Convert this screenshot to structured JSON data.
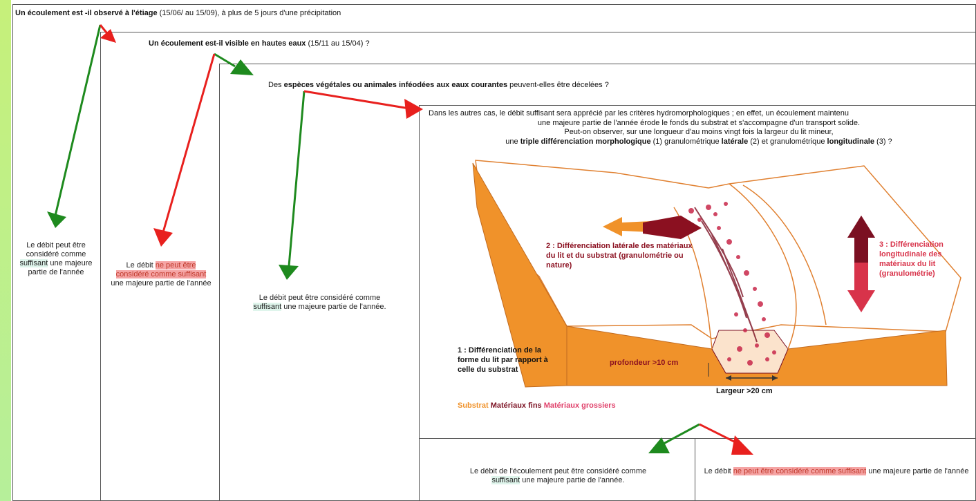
{
  "title_partial": "Logigramme de détermination du débit suffisant d'un écoulement",
  "q1": {
    "bold": "Un écoulement est -il observé à l'étiage",
    "rest": " (15/06/ au 15/09), à plus de 5 jours d'une précipitation"
  },
  "q2": {
    "bold": "Un écoulement est-il visible en hautes eaux",
    "rest": " (15/11 au 15/04) ?"
  },
  "q3": {
    "pre": "Des ",
    "bold": "espèces végétales ou animales inféodées aux eaux courantes",
    "rest": " peuvent-elles être décelées ?"
  },
  "q4": {
    "line1": "Dans les autres cas, le débit suffisant sera apprécié par les critères hydromorphologiques ; en effet, un écoulement maintenu",
    "line2": "une majeure partie de l'année érode le fonds du substrat et s'accompagne d'un transport solide.",
    "line3": "Peut-on observer, sur une longueur d'au moins vingt fois la largeur du lit mineur,",
    "line4_pre": "une ",
    "line4_b1": "triple différenciation morphologique",
    "line4_m1": " (1) granulométrique ",
    "line4_b2": "latérale",
    "line4_m2": " (2) et  granulométrique ",
    "line4_b3": "longitudinale",
    "line4_end": " (3) ?"
  },
  "res1": {
    "a": "Le débit peut être considéré comme",
    "hl": "suffisant",
    "b": " une majeure partie de l'année"
  },
  "res2": {
    "a": "Le débit ",
    "hl1": "ne peut être considéré comme suffisant",
    "b": " une majeure partie de l'année"
  },
  "res3": {
    "a": "Le débit peut être considéré comme",
    "hl": "suffisant",
    "b": " une majeure partie de l'année."
  },
  "res4": {
    "a": "Le débit de l'écoulement peut être considéré comme",
    "hl": "suffisant",
    "b": " une majeure partie de l'année."
  },
  "res5": {
    "a": "Le débit ",
    "hl": "ne peut être considéré comme suffisant",
    "b": " une majeure partie de l'année"
  },
  "figure": {
    "label1": "1 : Différenciation de la forme du lit par rapport à celle du substrat",
    "label2": "2 : Différenciation latérale des matériaux du lit et du substrat (granulométrie ou nature)",
    "label3": "3 : Différenciation longitudinale des matériaux du lit (granulométrie)",
    "depth": "profondeur >10 cm",
    "width": "Largeur >20 cm",
    "legend_substrat": "Substrat",
    "legend_fins": "Matériaux fins",
    "legend_grossiers": "Matériaux grossiers"
  },
  "colors": {
    "yes": "#1e8a1e",
    "no": "#e8201e",
    "substrat": "#f0922a",
    "fins": "#7b1022",
    "grossiers": "#e0406a"
  }
}
